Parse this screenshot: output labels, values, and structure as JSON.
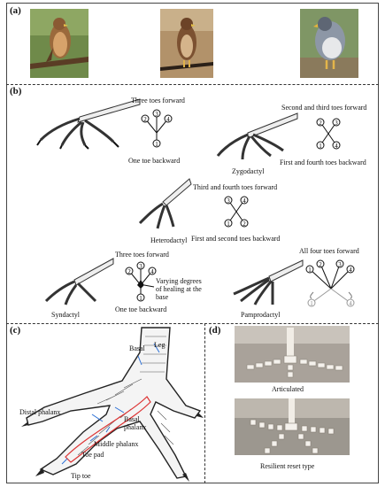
{
  "panels": {
    "a": "(a)",
    "b": "(b)",
    "c": "(c)",
    "d": "(d)"
  },
  "toe_types": {
    "anisodactyl": {
      "top": "Three toes forward",
      "bottom": "One toe backward",
      "digits": [
        "3",
        "2",
        "4",
        "1"
      ]
    },
    "zygodactyl": {
      "name": "Zygodactyl",
      "top": "Second and third toes forward",
      "bottom": "First and fourth toes backward",
      "digits": [
        "2",
        "3",
        "1",
        "4"
      ]
    },
    "heterodactyl": {
      "name": "Heterodactyl",
      "top": "Third and fourth toes forward",
      "bottom": "First and second toes backward",
      "digits": [
        "3",
        "4",
        "1",
        "2"
      ]
    },
    "syndactyl": {
      "name": "Syndactyl",
      "top": "Three toes forward",
      "bottom": "One toe backward",
      "note": "Varying degrees of healing at the base",
      "digits": [
        "2",
        "3",
        "4",
        "1"
      ]
    },
    "pamprodactyl": {
      "name": "Pamprodactyl",
      "top": "All four toes forward",
      "digits": [
        "1",
        "2",
        "3",
        "4",
        "1",
        "4"
      ]
    }
  },
  "claw_labels": {
    "basal": "Basal",
    "leg": "Leg",
    "distal": "Distal phalanx",
    "basal_phalanx": "Basal phalanx",
    "middle": "Middle phalanx",
    "toe_pad": "Toe pad",
    "tip": "Tip toe"
  },
  "prototypes": {
    "articulated": "Articulated",
    "resilient": "Resilient reset type"
  }
}
